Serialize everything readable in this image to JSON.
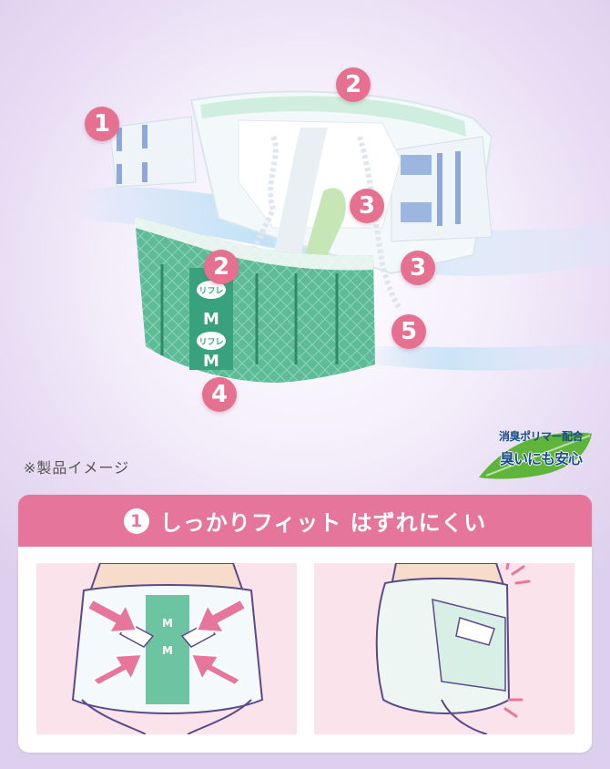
{
  "hero": {
    "markers": [
      "1",
      "2",
      "2",
      "3",
      "3",
      "4",
      "5"
    ]
  },
  "note": "※製品イメージ",
  "badge": {
    "line1": "消臭ポリマー配合",
    "line2": "臭いにも安心"
  },
  "product": {
    "brand_mark": "リフレ",
    "size": "M"
  },
  "feature": {
    "number": "1",
    "title": "しっかりフィット はずれにくい"
  },
  "colors": {
    "accent_pink": "#e5759a",
    "marker_pink": "#e5708f",
    "diaper_green": "#3aa17e",
    "badge_blue": "#1b4d8a",
    "badge_green": "#5fb43a"
  }
}
